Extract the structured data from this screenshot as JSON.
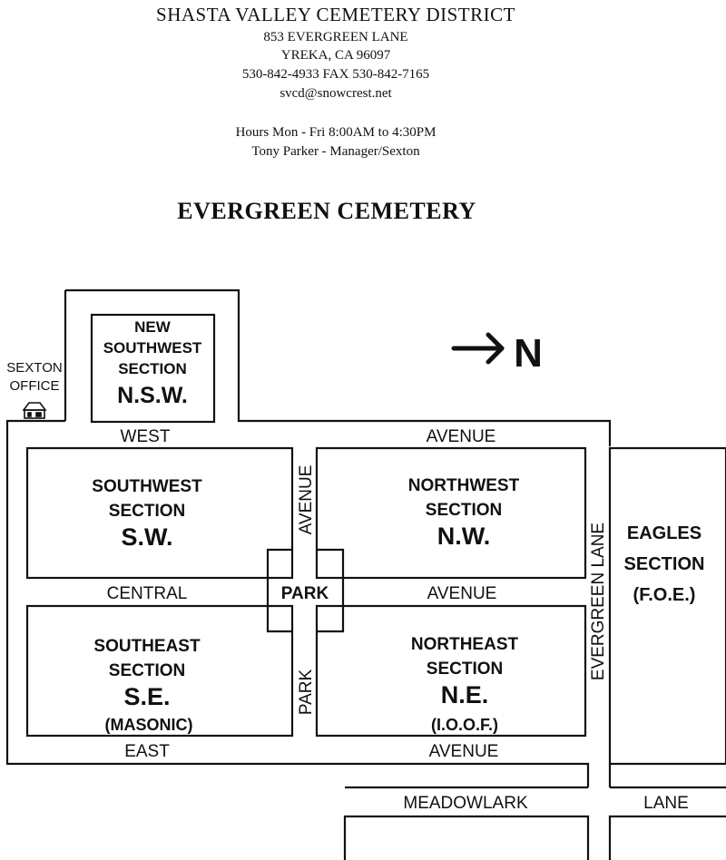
{
  "header": {
    "organization": "SHASTA VALLEY CEMETERY DISTRICT",
    "address": "853 EVERGREEN LANE",
    "city": "YREKA, CA 96097",
    "phone_fax": "530-842-4933  FAX 530-842-7165",
    "email": "svcd@snowcrest.net",
    "hours": "Hours   Mon - Fri   8:00AM to 4:30PM",
    "manager": "Tony Parker - Manager/Sexton"
  },
  "title": "EVERGREEN CEMETERY",
  "map": {
    "north_arrow_label": "N",
    "sexton_office": {
      "line1": "SEXTON",
      "line2": "OFFICE",
      "icon": "house-icon"
    },
    "sections": {
      "new_southwest": {
        "line1": "NEW",
        "line2": "SOUTHWEST",
        "line3": "SECTION",
        "code": "N.S.W."
      },
      "southwest": {
        "line1": "SOUTHWEST",
        "line2": "SECTION",
        "code": "S.W."
      },
      "northwest": {
        "line1": "NORTHWEST",
        "line2": "SECTION",
        "code": "N.W."
      },
      "southeast": {
        "line1": "SOUTHEAST",
        "line2": "SECTION",
        "code": "S.E.",
        "note": "(MASONIC)"
      },
      "northeast": {
        "line1": "NORTHEAST",
        "line2": "SECTION",
        "code": "N.E.",
        "note": "(I.O.O.F.)"
      },
      "eagles": {
        "line1": "EAGLES",
        "line2": "SECTION",
        "code": "(F.O.E.)"
      }
    },
    "streets": {
      "west": "WEST",
      "west_avenue": "AVENUE",
      "central": "CENTRAL",
      "park": "PARK",
      "central_avenue": "AVENUE",
      "east": "EAST",
      "east_avenue": "AVENUE",
      "park_avenue_upper": "AVENUE",
      "park_avenue_lower": "PARK",
      "evergreen_lane": "EVERGREEN LANE",
      "meadowlark": "MEADOWLARK",
      "lane": "LANE"
    }
  }
}
